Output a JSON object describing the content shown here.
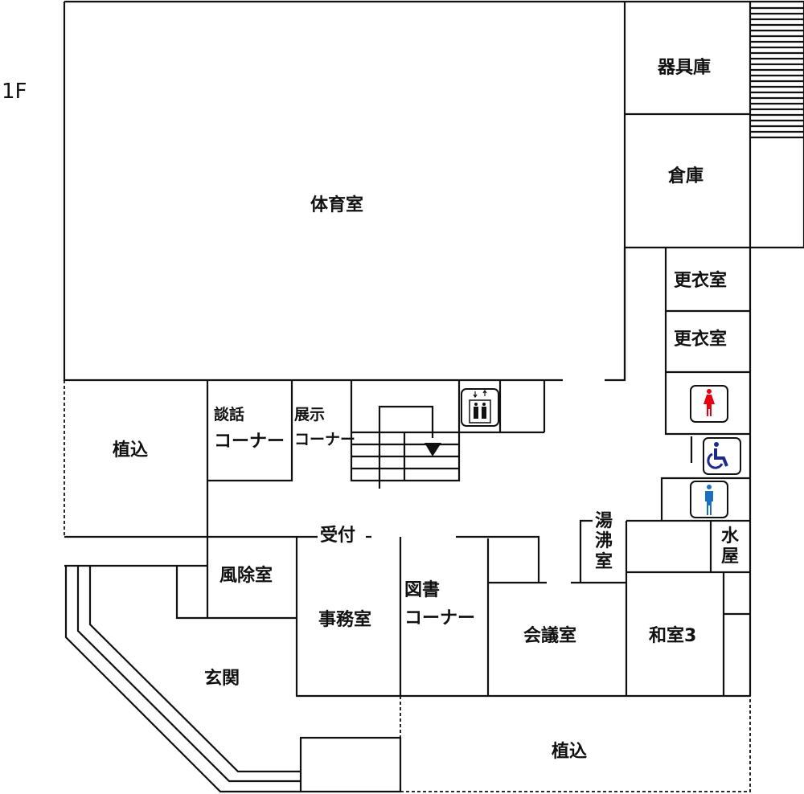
{
  "floor": "1F",
  "rooms": {
    "gym": "体育室",
    "equipment": "器具庫",
    "storage": "倉庫",
    "locker1": "更衣室",
    "locker2": "更衣室",
    "planter_left": "植込",
    "lounge_line1": "談話",
    "lounge_line2": "コーナー",
    "exhibit_line1": "展示",
    "exhibit_line2": "コーナー",
    "reception": "受付",
    "windbreak": "風除室",
    "office": "事務室",
    "library_line1": "図書",
    "library_line2": "コーナー",
    "kitchenette": "湯沸室",
    "mizuya": "水屋",
    "meeting": "会議室",
    "japanese_room": "和室3",
    "entrance": "玄関",
    "planter_bottom": "植込"
  },
  "icons": {
    "women_toilet_color": "#e60012",
    "accessible_toilet_color": "#1d2a8c",
    "men_toilet_color": "#1a6fbf"
  }
}
